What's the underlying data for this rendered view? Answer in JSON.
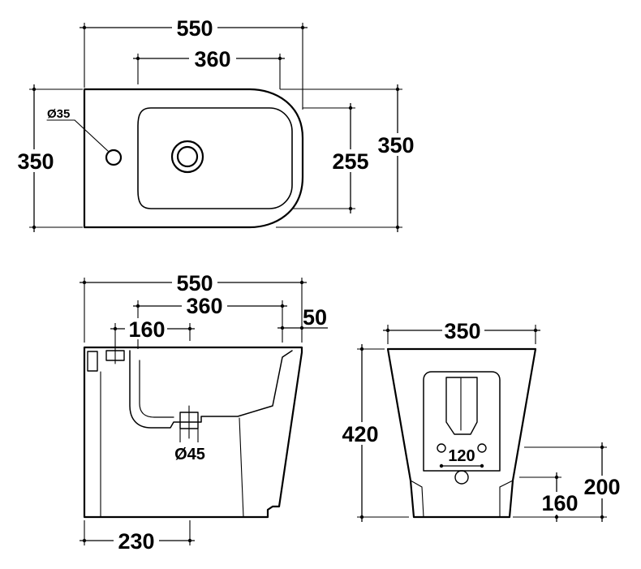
{
  "top_view": {
    "width": "550",
    "bowl_width": "360",
    "depth_left": "350",
    "depth_right": "350",
    "bowl_depth": "255",
    "tap_hole": "Ø35"
  },
  "side_view": {
    "width": "550",
    "bowl_width": "360",
    "rim_offset": "50",
    "tap_offset": "160",
    "drain": "Ø45",
    "base_offset": "230"
  },
  "front_view": {
    "width": "350",
    "height": "420",
    "fixing_spacing": "120",
    "outlet_height": "200",
    "inlet_height": "160"
  }
}
